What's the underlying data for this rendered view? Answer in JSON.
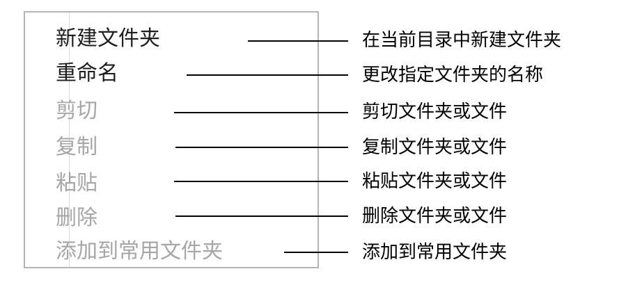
{
  "menu": {
    "items": [
      {
        "label": "新建文件夹",
        "state": "enabled"
      },
      {
        "label": "重命名",
        "state": "enabled"
      },
      {
        "label": "剪切",
        "state": "disabled"
      },
      {
        "label": "复制",
        "state": "disabled"
      },
      {
        "label": "粘贴",
        "state": "disabled"
      },
      {
        "label": "删除",
        "state": "disabled"
      },
      {
        "label": "添加到常用文件夹",
        "state": "disabled"
      }
    ]
  },
  "annotations": [
    "在当前目录中新建文件夹",
    "更改指定文件夹的名称",
    "剪切文件夹或文件",
    "复制文件夹或文件",
    "粘贴文件夹或文件",
    "删除文件夹或文件",
    "添加到常用文件夹"
  ],
  "colors": {
    "enabled_text": "#1e1e1e",
    "disabled_text": "#a6a6a6",
    "menu_border": "#b3b3b3"
  }
}
